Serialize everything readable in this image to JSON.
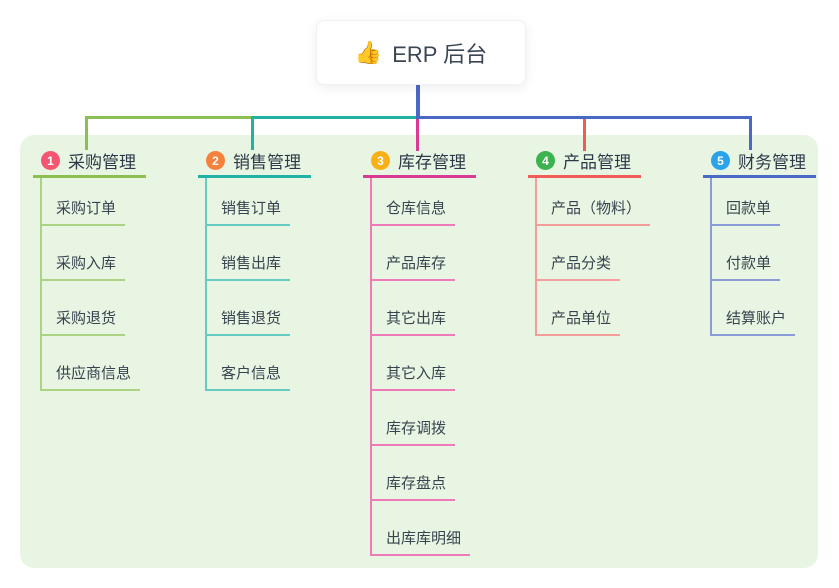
{
  "root": {
    "icon_char": "👍",
    "title": "ERP 后台"
  },
  "canvas": {
    "background": "#e9f5e3"
  },
  "connector_colors": {
    "stem": "#4a69c6",
    "branch1": "#8cbf52",
    "branch2": "#21b2a6",
    "branch3": "#d93a94",
    "branch4": "#f15b58",
    "branch5": "#4a69c6"
  },
  "branches": [
    {
      "num": "1",
      "title": "采购管理",
      "line_color": "#8cbf52",
      "child_line_color": "#aad483",
      "badge_color": "#f5566f",
      "children": [
        "采购订单",
        "采购入库",
        "采购退货",
        "供应商信息"
      ]
    },
    {
      "num": "2",
      "title": "销售管理",
      "line_color": "#21b2a6",
      "child_line_color": "#66cbc2",
      "badge_color": "#f5813d",
      "children": [
        "销售订单",
        "销售出库",
        "销售退货",
        "客户信息"
      ]
    },
    {
      "num": "3",
      "title": "库存管理",
      "line_color": "#d93a94",
      "child_line_color": "#ee7ab8",
      "badge_color": "#fbb017",
      "children": [
        "仓库信息",
        "产品库存",
        "其它出库",
        "其它入库",
        "库存调拨",
        "库存盘点",
        "出库库明细"
      ]
    },
    {
      "num": "4",
      "title": "产品管理",
      "line_color": "#f15b58",
      "child_line_color": "#f49e9b",
      "badge_color": "#3cb34f",
      "children": [
        "产品（物料）",
        "产品分类",
        "产品单位"
      ]
    },
    {
      "num": "5",
      "title": "财务管理",
      "line_color": "#4a69c6",
      "child_line_color": "#8a9cd8",
      "badge_color": "#2aa3eb",
      "children": [
        "回款单",
        "付款单",
        "结算账户"
      ]
    }
  ]
}
